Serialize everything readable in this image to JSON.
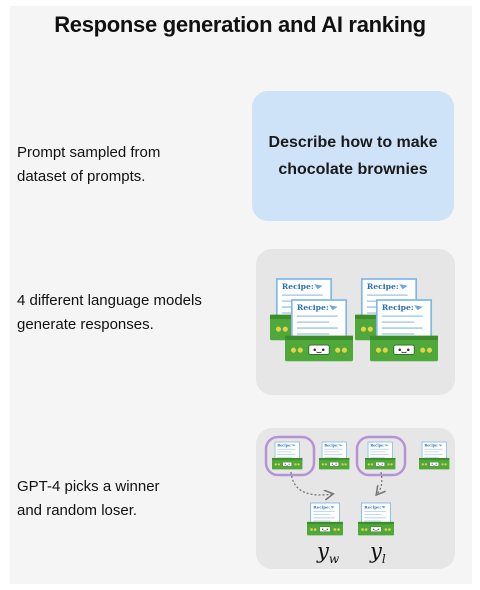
{
  "title": "Response generation and AI ranking",
  "steps": [
    {
      "lines": [
        "Prompt sampled from",
        "dataset of prompts."
      ]
    },
    {
      "lines": [
        "4 different language models",
        "generate responses."
      ]
    },
    {
      "lines": [
        "GPT-4 picks a winner",
        "and random loser."
      ]
    }
  ],
  "prompt_box": {
    "lines": [
      "Describe how to make",
      "chocolate brownies"
    ]
  },
  "icon_card_title": "Recipe:",
  "labels": {
    "winner": {
      "base": "y",
      "sub": "w"
    },
    "loser": {
      "base": "y",
      "sub": "l"
    }
  },
  "colors": {
    "prompt_box": "#cfe3f8",
    "gray_box": "#e6e6e6",
    "recipe_border": "#7fb8e8",
    "recipe_box_green": "#4fa83a",
    "highlight_ring": "#b693d6"
  }
}
